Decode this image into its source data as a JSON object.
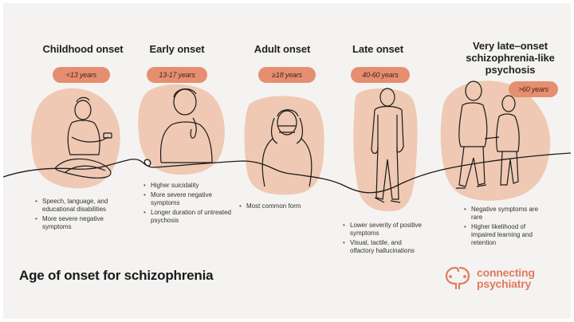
{
  "title": "Age of onset for schizophrenia",
  "colors": {
    "background": "#f4f3f1",
    "pill": "#e68e70",
    "blob": "#efc9b3",
    "brand": "#e07b5f",
    "line": "#1a1a1a"
  },
  "stages": [
    {
      "heading": "Childhood onset",
      "age": "<13 years",
      "illustration": "child-sitting-cross-legged-with-phone",
      "bullets": [
        "Speech, language, and educational disabilities",
        "More severe negative symptoms"
      ]
    },
    {
      "heading": "Early onset",
      "age": "13-17 years",
      "illustration": "teen-hand-on-chin",
      "bullets": [
        "Higher suicidality",
        "More severe negative symptoms",
        "Longer duration of untreated psychosis"
      ]
    },
    {
      "heading": "Adult onset",
      "age": "≥18 years",
      "illustration": "adult-hands-covering-face",
      "bullets": [
        "Most common form"
      ]
    },
    {
      "heading": "Late onset",
      "age": "40-60 years",
      "illustration": "person-standing-back-view",
      "bullets": [
        "Lower severity of positive symptoms",
        "Visual, tactile, and olfactory hallucinations"
      ]
    },
    {
      "heading": "Very late–onset schizophrenia-like psychosis",
      "heading_lines": [
        "Very late–onset",
        "schizophrenia-like",
        "psychosis"
      ],
      "age": ">60 years",
      "illustration": "elderly-couple-walking",
      "bullets": [
        "Negative symptoms are rare",
        "Higher likelihood of impaired learning and retention"
      ]
    }
  ],
  "logo": {
    "line1": "connecting",
    "line2": "psychiatry",
    "icon": "two-heads-icon"
  }
}
